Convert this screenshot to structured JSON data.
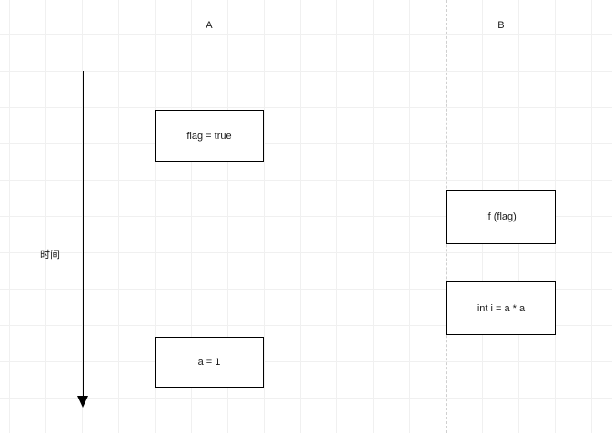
{
  "diagram": {
    "title": "",
    "type": "sequence-timeline",
    "colors": {
      "background": "#ffffff",
      "grid_line": "#f0f0f0",
      "box_border": "#000000",
      "box_fill": "#ffffff",
      "text": "#1a1a1a",
      "lifeline_dashed": "#cfcfcf",
      "time_arrow": "#000000"
    },
    "lanes": [
      {
        "id": "a",
        "label": "A"
      },
      {
        "id": "b",
        "label": "B"
      }
    ],
    "time_axis": {
      "label": "时间",
      "direction": "downward",
      "arrowhead": "down-triangle"
    },
    "events": [
      {
        "id": "flag-true",
        "lane": "A",
        "text": "flag = true"
      },
      {
        "id": "if-flag",
        "lane": "B",
        "text": "if (flag)"
      },
      {
        "id": "int-i",
        "lane": "B",
        "text": "int i = a * a"
      },
      {
        "id": "a-equals-1",
        "lane": "A",
        "text": "a = 1"
      }
    ]
  }
}
